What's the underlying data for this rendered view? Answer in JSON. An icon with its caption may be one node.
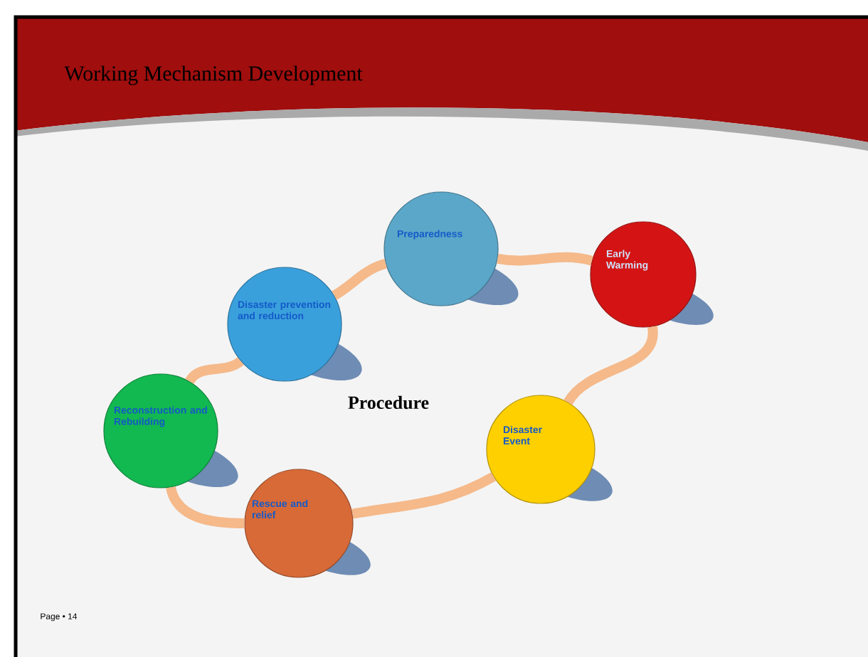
{
  "diagram": {
    "title": "Working Mechanism Development",
    "nodes": [
      {
        "text": [
          "Preparedness"
        ]
      },
      {
        "text": [
          "Early Warming"
        ]
      },
      {
        "text": [
          "Disaster Event"
        ]
      },
      {
        "text": [
          "Rescue and relief"
        ]
      },
      {
        "text": [
          "Reconstruction and Rebuilding"
        ]
      },
      {
        "text": [
          "Disaster prevention and reduction"
        ]
      }
    ],
    "edges": [
      {
        "from": 0,
        "to": 1,
        "arrow": "none"
      },
      {
        "from": 1,
        "to": 2,
        "arrow": "none"
      },
      {
        "from": 2,
        "to": 3,
        "arrow": "none"
      },
      {
        "from": 3,
        "to": 4,
        "arrow": "none"
      },
      {
        "from": 4,
        "to": 5,
        "arrow": "none"
      },
      {
        "from": 5,
        "to": 0,
        "arrow": "none"
      }
    ],
    "labels": [
      "Procedure",
      "Page • 14"
    ]
  }
}
